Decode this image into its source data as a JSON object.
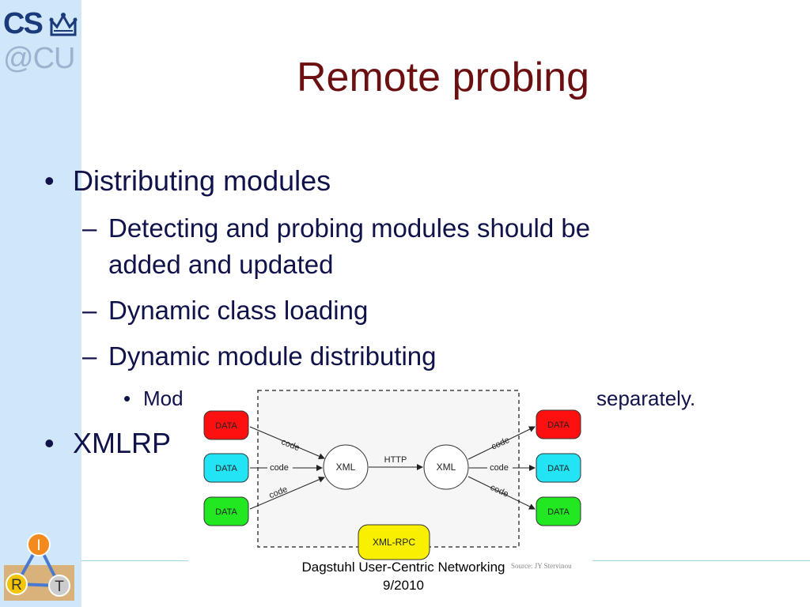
{
  "logo": {
    "line1": "CS",
    "line2": "@CU"
  },
  "irt_logo": {
    "top": "I",
    "left": "R",
    "right": "T"
  },
  "title": "Remote probing",
  "bullets": {
    "b1": "Distributing modules",
    "b1_1": "Detecting and probing modules should be",
    "b1_1b": "added and updated",
    "b1_2": "Dynamic class loading",
    "b1_3": "Dynamic module distributing",
    "b1_3_1_start": "Mod",
    "b1_3_1_end": "separately.",
    "b2": "XMLRP"
  },
  "bullet_dot": "•",
  "sub_dash": "–",
  "diagram": {
    "data_label": "DATA",
    "code_label": "code",
    "xml_label": "XML",
    "http_label": "HTTP",
    "xmlrpc_label": "XML-RPC",
    "colors": {
      "red": "#ff1010",
      "cyan": "#22e4f4",
      "green": "#22e822",
      "yellow": "#f8f000"
    }
  },
  "credit": "Source: JY Stervinou",
  "footer": {
    "line1": "Dagstuhl User-Centric Networking",
    "line2": "9/2010"
  }
}
